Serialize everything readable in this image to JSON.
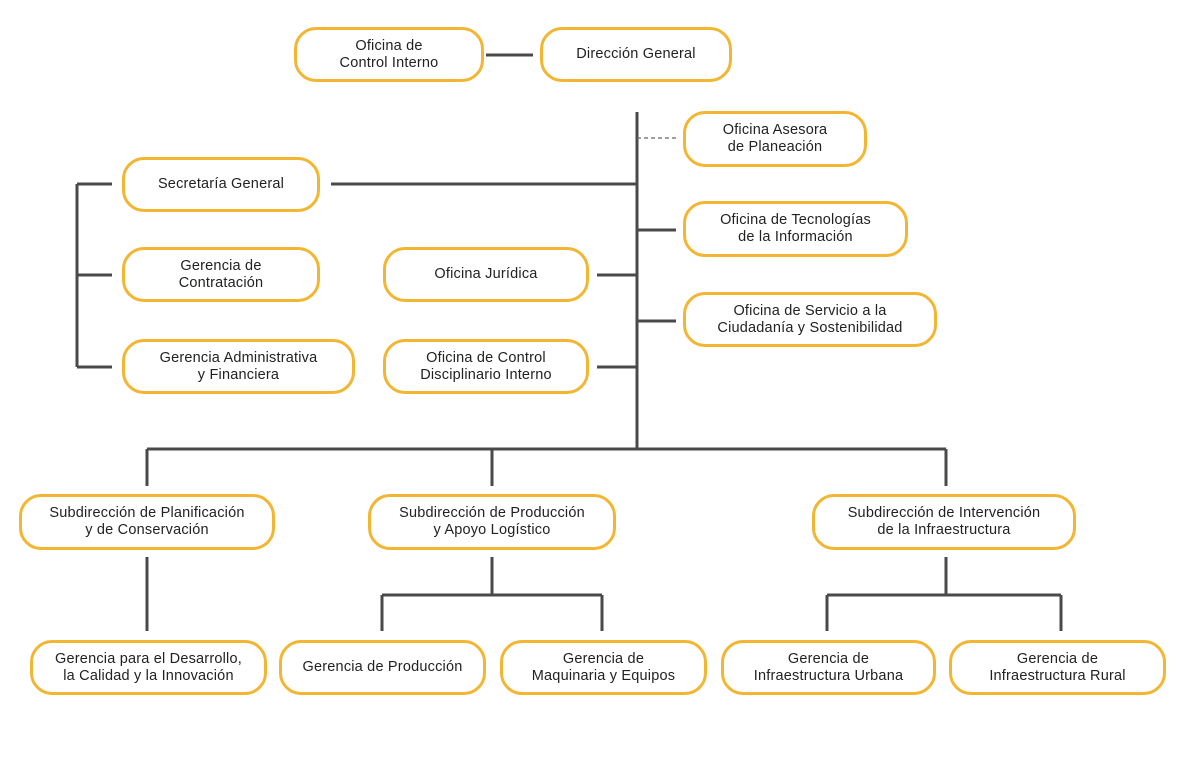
{
  "colors": {
    "box_border": "#f2b632",
    "line": "#4a4a4a",
    "text": "#222222"
  },
  "nodes": {
    "control_interno": "Oficina de\nControl Interno",
    "direccion_general": "Dirección General",
    "asesora_planeacion": "Oficina Asesora\nde Planeación",
    "secretaria_general": "Secretaría General",
    "tecnologias": "Oficina de Tecnologías\nde la Información",
    "gerencia_contratacion": "Gerencia de\nContratación",
    "oficina_juridica": "Oficina Jurídica",
    "servicio_ciudadania": "Oficina de Servicio a la\nCiudadanía y Sostenibilidad",
    "gerencia_administrativa": "Gerencia Administrativa\ny Financiera",
    "control_disciplinario": "Oficina de Control\nDisciplinario Interno",
    "sub_planificacion": "Subdirección de Planificación\ny de Conservación",
    "sub_produccion": "Subdirección de Producción\ny Apoyo Logístico",
    "sub_intervencion": "Subdirección de Intervención\nde la Infraestructura",
    "gerencia_desarrollo": "Gerencia para el Desarrollo,\nla Calidad y la Innovación",
    "gerencia_produccion": "Gerencia de Producción",
    "gerencia_maquinaria": "Gerencia de\nMaquinaria y Equipos",
    "gerencia_urbana": "Gerencia de\nInfraestructura Urbana",
    "gerencia_rural": "Gerencia de\nInfraestructura Rural"
  }
}
